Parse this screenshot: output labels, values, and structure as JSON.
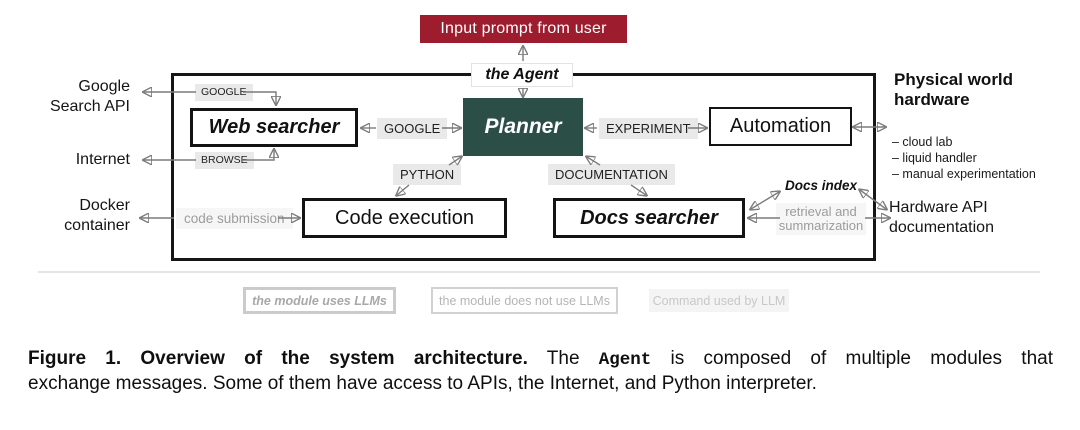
{
  "figure": {
    "input_prompt": "Input prompt from user",
    "agent_label": "the Agent",
    "modules": {
      "web_searcher": "Web searcher",
      "planner": "Planner",
      "automation": "Automation",
      "code_execution": "Code execution",
      "docs_searcher": "Docs searcher"
    },
    "commands": {
      "google_web": "GOOGLE",
      "browse": "BROWSE",
      "google_planner": "GOOGLE",
      "experiment": "EXPERIMENT",
      "python": "PYTHON",
      "documentation": "DOCUMENTATION"
    },
    "flow_labels": {
      "code_submission": "code submission",
      "retrieval_line1": "retrieval and",
      "retrieval_line2": "summarization",
      "docs_index": "Docs index"
    },
    "externals": {
      "google_api_line1": "Google",
      "google_api_line2": "Search API",
      "internet": "Internet",
      "docker_line1": "Docker",
      "docker_line2": "container",
      "physical_line1": "Physical world",
      "physical_line2": "hardware",
      "hardware_items": [
        "– cloud lab",
        "– liquid handler",
        "– manual experimentation"
      ],
      "hw_doc_line1": "Hardware API",
      "hw_doc_line2": "documentation"
    },
    "legend": {
      "uses_llm": "the module uses LLMs",
      "no_llm": "the module does not use LLMs",
      "command": "Command used by LLM"
    },
    "colors": {
      "prompt_red": "#9d1c2e",
      "planner_teal": "#2b4f46"
    }
  },
  "caption": {
    "bold": "Figure 1. Overview of the system architecture.",
    "t1": " The ",
    "mono": "Agent",
    "t2": " is composed of multiple modules that",
    "line2": "exchange messages. Some of them have access to APIs, the Internet, and Python interpreter."
  }
}
